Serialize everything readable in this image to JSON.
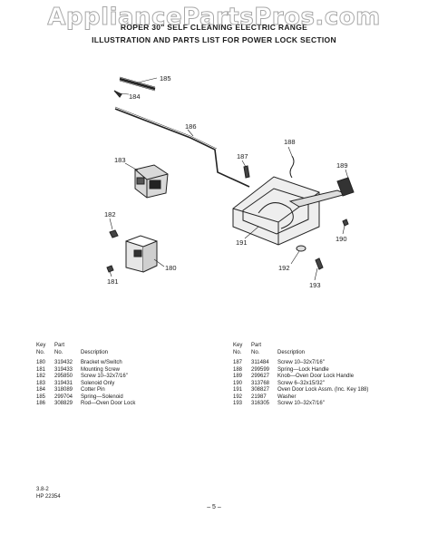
{
  "watermark": "AppliancePartsPros.com",
  "title": {
    "line1": "ROPER 30\" SELF CLEANING ELECTRIC RANGE",
    "line2": "ILLUSTRATION AND PARTS LIST FOR POWER LOCK SECTION"
  },
  "callouts": {
    "c185": "185",
    "c184": "184",
    "c186": "186",
    "c188": "188",
    "c187": "187",
    "c183": "183",
    "c189": "189",
    "c182": "182",
    "c191": "191",
    "c190": "190",
    "c180": "180",
    "c192": "192",
    "c181": "181",
    "c193": "193"
  },
  "table_headers": {
    "key_line1": "Key",
    "key_line2": "No.",
    "part_line1": "Part",
    "part_line2": "No.",
    "description": "Description"
  },
  "parts_left": [
    {
      "key": "180",
      "part": "319432",
      "desc": "Bracket w/Switch"
    },
    {
      "key": "181",
      "part": "319433",
      "desc": "Mounting Screw"
    },
    {
      "key": "182",
      "part": "295850",
      "desc": "Screw 10–32x7/16\""
    },
    {
      "key": "183",
      "part": "319431",
      "desc": "Solenoid Only"
    },
    {
      "key": "184",
      "part": "318089",
      "desc": "Cotter Pin"
    },
    {
      "key": "185",
      "part": "299704",
      "desc": "Spring—Solenoid"
    },
    {
      "key": "186",
      "part": "308829",
      "desc": "Rod—Oven Door Lock"
    }
  ],
  "parts_right": [
    {
      "key": "187",
      "part": "311484",
      "desc": "Screw 10–32x7/16\""
    },
    {
      "key": "188",
      "part": "299599",
      "desc": "Spring—Lock Handle"
    },
    {
      "key": "189",
      "part": "299627",
      "desc": "Knob—Oven Door Lock Handle"
    },
    {
      "key": "190",
      "part": "313768",
      "desc": "Screw 6–32x15/32\""
    },
    {
      "key": "191",
      "part": "308827",
      "desc": "Oven Door Lock Assm. (Inc. Key 188)"
    },
    {
      "key": "192",
      "part": "21987",
      "desc": "Washer"
    },
    {
      "key": "193",
      "part": "316305",
      "desc": "Screw 10–32x7/16\""
    }
  ],
  "footer": {
    "code": "3.8-2",
    "hp": "HP 22354",
    "page": "– 5 –"
  }
}
